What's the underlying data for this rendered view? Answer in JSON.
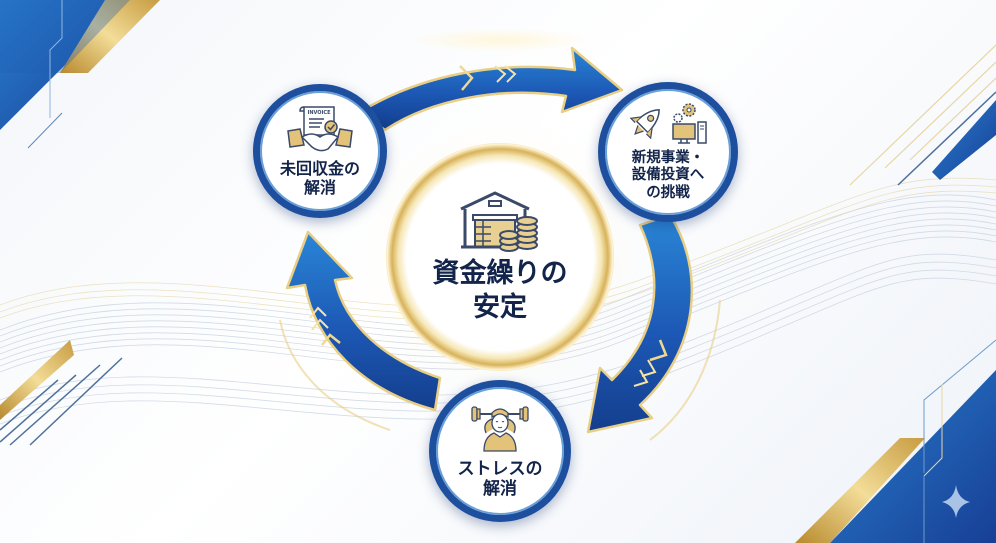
{
  "diagram": {
    "type": "cycle",
    "center": {
      "label": "資金繰りの\n安定",
      "icon": "warehouse-coins-icon"
    },
    "nodes": [
      {
        "id": "collection",
        "label": "未回収金の\n解消",
        "icon": "invoice-handshake-icon",
        "invoice_text": "INVOICE"
      },
      {
        "id": "investment",
        "label": "新規事業・\n設備投資へ\nの挑戦",
        "icon": "rocket-gears-computer-icon"
      },
      {
        "id": "stress",
        "label": "ストレスの\n解消",
        "icon": "relaxed-person-dumbbell-icon"
      }
    ],
    "arrows": [
      {
        "from": "collection",
        "to": "investment",
        "direction": "clockwise"
      },
      {
        "from": "investment",
        "to": "stress",
        "direction": "clockwise"
      },
      {
        "from": "stress",
        "to": "collection",
        "direction": "clockwise"
      }
    ],
    "colors": {
      "arrow_blue": "#1d5fb8",
      "arrow_dark": "#153f8a",
      "gold": "#d8b25a",
      "text_navy": "#13244a",
      "node_border": "#1d4f9e",
      "icon_gold": "#e3c27a"
    },
    "decorations": {
      "corner_sparkle": "sparkle-icon"
    }
  }
}
